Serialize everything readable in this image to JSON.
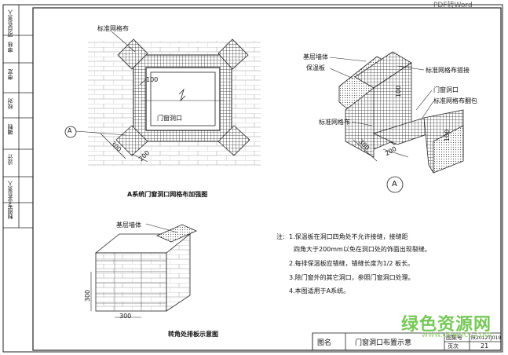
{
  "watermark_top": "PDF转Word",
  "side_panel": [
    "项目负责人",
    "审核",
    "审定",
    "校对",
    "编制",
    "设计",
    "专业负责人",
    "制图"
  ],
  "detail_a": {
    "caption": "A系统门窗洞口网格布加强图",
    "label_standard_mesh": "标准网格布",
    "label_opening": "门窗洞口",
    "dim_100": "100",
    "dim_300": "300",
    "dim_200": "200",
    "marker": "A"
  },
  "detail_b": {
    "label_wall": "基层墙体",
    "label_insulation": "保温板",
    "label_lap": "标准网格布搭接",
    "label_opening": "门窗洞口",
    "label_wrap": "标准网格布翻包",
    "label_mesh": "标准网格布",
    "dim_100a": "100",
    "dim_100b": "100",
    "dim_300": "300",
    "dim_200": "200",
    "marker": "A"
  },
  "detail_c": {
    "caption": "转角处排板示意图",
    "label_wall": "基层墙体",
    "dim_300a": "300",
    "dim_300b": "300"
  },
  "notes": {
    "heading": "注:",
    "items": [
      "1.保温板在洞口四角处不允许接缝，接缝距",
      "四角大于200mm以免在洞口处的饰面出现裂缝。",
      "2.每排保温板应错缝，错缝长度为1/2 板长。",
      "3.除门窗外的其它洞口，参照门窗洞口处理。",
      "4.本图适用于A系统。"
    ]
  },
  "title_block": {
    "name_label": "图名",
    "name_value": "门窗洞口布置示意",
    "set_label": "图集号",
    "set_value": "陕2012TJ019",
    "page_label": "页次",
    "page_value": "21"
  },
  "watermark": {
    "text": "绿色资源网",
    "sub": "www.downcc.com"
  }
}
